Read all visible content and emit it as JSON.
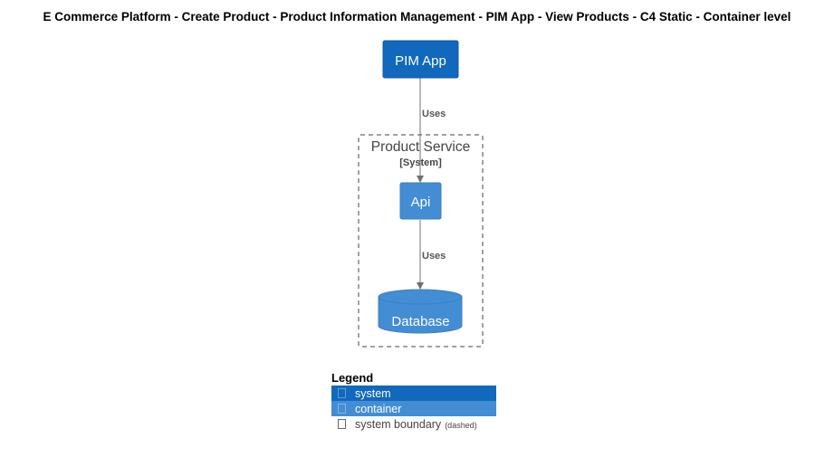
{
  "title": "E Commerce Platform - Create Product - Product Information Management - PIM App - View Products - C4 Static - Container level",
  "nodes": {
    "pim_app": {
      "label": "PIM App",
      "color": "#1168bd"
    },
    "api": {
      "label": "Api",
      "color": "#438dd5"
    },
    "database": {
      "label": "Database",
      "color": "#438dd5"
    }
  },
  "boundary": {
    "name": "Product Service",
    "type": "[System]"
  },
  "edges": [
    {
      "from": "PIM App",
      "to": "Api",
      "label": "Uses"
    },
    {
      "from": "Api",
      "to": "Database",
      "label": "Uses"
    }
  ],
  "legend": {
    "title": "Legend",
    "items": [
      {
        "label": "system",
        "color": "#1168bd",
        "icon": "square-icon"
      },
      {
        "label": "container",
        "color": "#438dd5",
        "icon": "square-icon"
      },
      {
        "label": "system boundary",
        "note": "(dashed)",
        "icon": "square-outline-icon"
      }
    ]
  }
}
